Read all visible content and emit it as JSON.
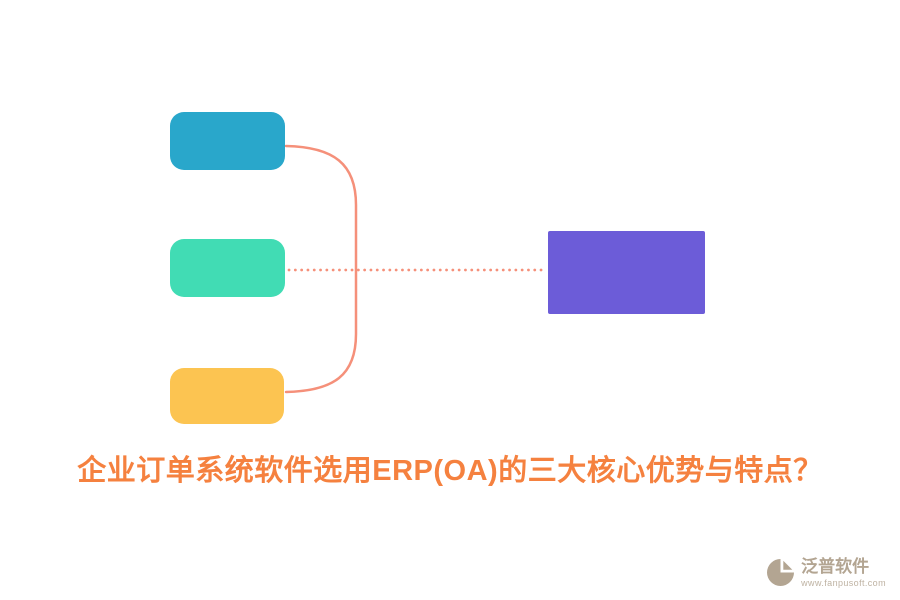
{
  "title": {
    "text": "企业订单系统软件选用ERP(OA)的三大核心优势与特点？",
    "color": "#f5813f"
  },
  "diagram": {
    "nodes": [
      {
        "name": "top-branch",
        "color": "#29a7cb"
      },
      {
        "name": "middle-branch",
        "color": "#41dcb4"
      },
      {
        "name": "bottom-branch",
        "color": "#fcc451"
      },
      {
        "name": "root-node",
        "color": "#6c5cd8"
      }
    ],
    "connectors": {
      "color": "#f5907a",
      "bracket_style": "solid curved bracket joining top and bottom branches",
      "middle_style": "dotted line from middle branch to root node"
    }
  },
  "watermark": {
    "brand": "泛普软件",
    "url": "www.fanpusoft.com",
    "color": "#b3a592",
    "icon": "pie-logo-icon"
  }
}
